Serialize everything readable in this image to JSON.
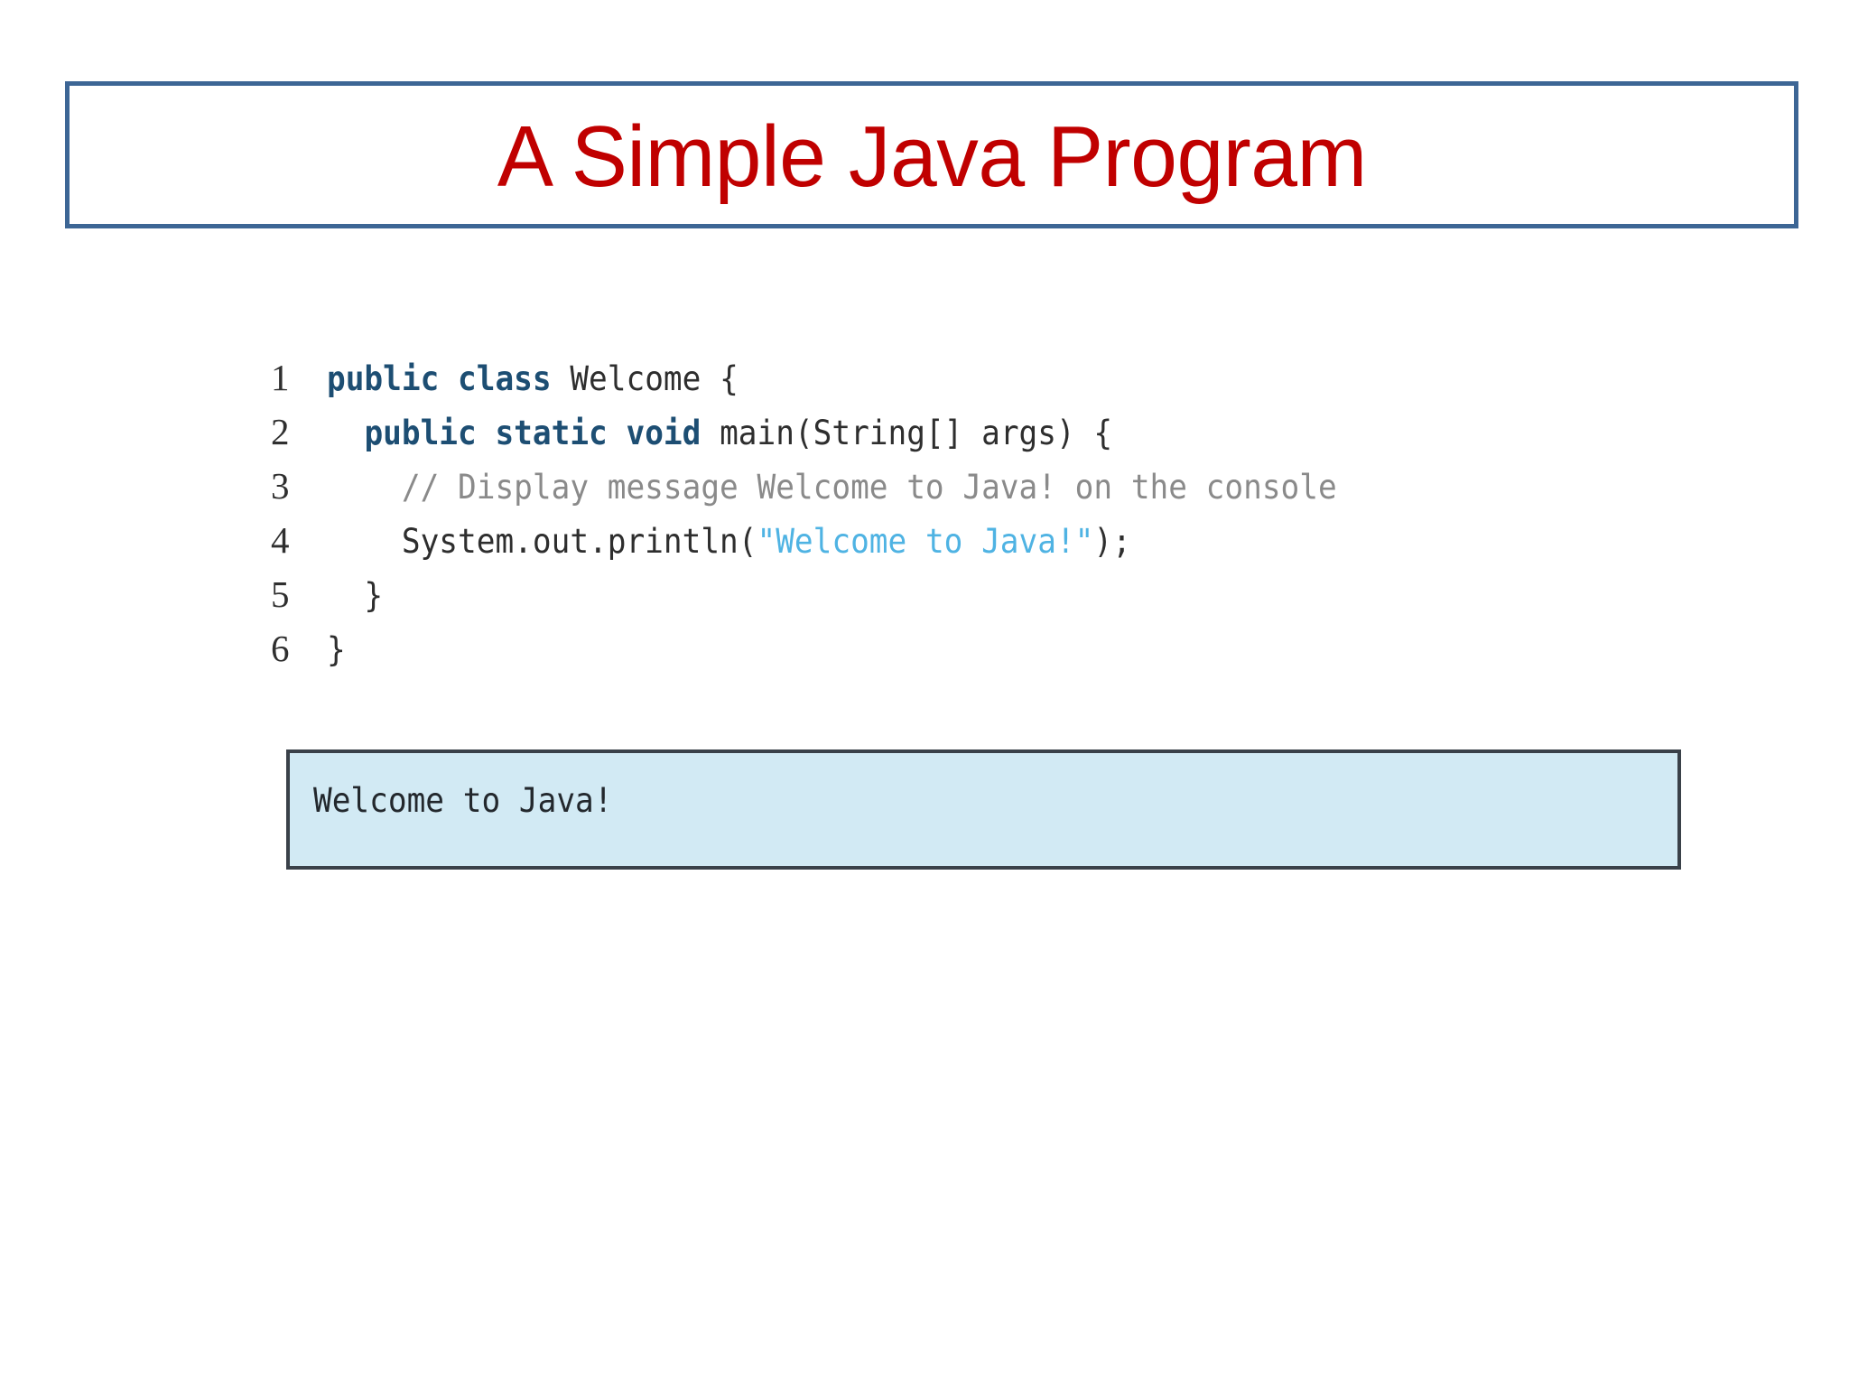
{
  "slide": {
    "title": "A Simple Java Program",
    "title_color": "#c00000",
    "title_border_color": "#3d6695",
    "background_color": "#ffffff"
  },
  "code_block": {
    "language": "java",
    "keyword_color": "#1d4e73",
    "identifier_color": "#2e2e2e",
    "comment_color": "#8a8a8a",
    "string_color": "#4fb3e3",
    "lines": [
      {
        "number": "1",
        "text": "public class Welcome {",
        "tokens": [
          {
            "t": "public",
            "k": "kw"
          },
          {
            "t": " ",
            "k": "id"
          },
          {
            "t": "class",
            "k": "kw"
          },
          {
            "t": " Welcome {",
            "k": "id"
          }
        ]
      },
      {
        "number": "2",
        "text": "  public static void main(String[] args) {",
        "tokens": [
          {
            "t": "  ",
            "k": "id"
          },
          {
            "t": "public",
            "k": "kw"
          },
          {
            "t": " ",
            "k": "id"
          },
          {
            "t": "static",
            "k": "kw"
          },
          {
            "t": " ",
            "k": "id"
          },
          {
            "t": "void",
            "k": "kw"
          },
          {
            "t": " main(String[] args) {",
            "k": "id"
          }
        ]
      },
      {
        "number": "3",
        "text": "    // Display message Welcome to Java! on the console",
        "tokens": [
          {
            "t": "    ",
            "k": "id"
          },
          {
            "t": "// Display message Welcome to Java! on the console",
            "k": "comment"
          }
        ]
      },
      {
        "number": "4",
        "text": "    System.out.println(\"Welcome to Java!\");",
        "tokens": [
          {
            "t": "    System.out.println(",
            "k": "id"
          },
          {
            "t": "\"Welcome to Java!\"",
            "k": "str"
          },
          {
            "t": ");",
            "k": "id"
          }
        ]
      },
      {
        "number": "5",
        "text": "  }",
        "tokens": [
          {
            "t": "  }",
            "k": "id"
          }
        ]
      },
      {
        "number": "6",
        "text": "}",
        "tokens": [
          {
            "t": "}",
            "k": "id"
          }
        ]
      }
    ]
  },
  "console": {
    "output": "Welcome to Java!",
    "background_color": "#d2eaf4",
    "border_color": "#3a4149",
    "text_color": "#23282d"
  }
}
